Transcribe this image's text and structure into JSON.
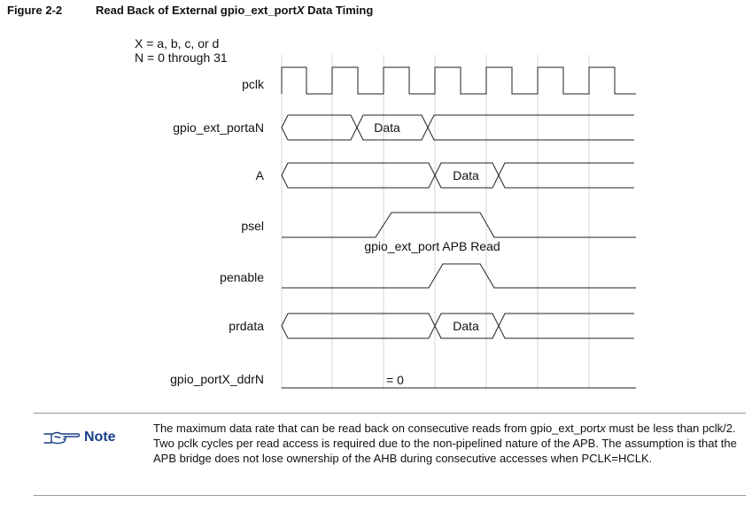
{
  "figure": {
    "number": "Figure 2-2",
    "title_main": "Read Back of External gpio_ext_port",
    "title_italic": "X",
    "title_end": " Data Timing"
  },
  "legend": {
    "line1": "X = a, b, c, or d",
    "line2": "N = 0 through 31"
  },
  "signals": [
    {
      "name": "pclk"
    },
    {
      "name": "gpio_ext_portaN",
      "data_label": "Data"
    },
    {
      "name": "A",
      "data_label": "Data"
    },
    {
      "name": "psel",
      "caption": "gpio_ext_port APB Read"
    },
    {
      "name": "penable"
    },
    {
      "name": "prdata",
      "data_label": "Data"
    },
    {
      "name": "gpio_portX_ddrN",
      "value_label": "= 0"
    }
  ],
  "note": {
    "label": "Note",
    "icon": "pointing-hand-icon",
    "text_parts": [
      "The maximum data rate that can be read back on consecutive reads from gpio_ext_port",
      "x",
      " must be less than pclk/2. Two pclk cycles per read access is required due to the non-pipelined nature of the APB. The assumption is that the APB bridge does not lose ownership of the AHB during consecutive accesses when PCLK=HCLK."
    ]
  },
  "colors": {
    "note_label": "#1b3f86",
    "grid": "#d6d6d6",
    "rule": "#9a9a9a"
  }
}
